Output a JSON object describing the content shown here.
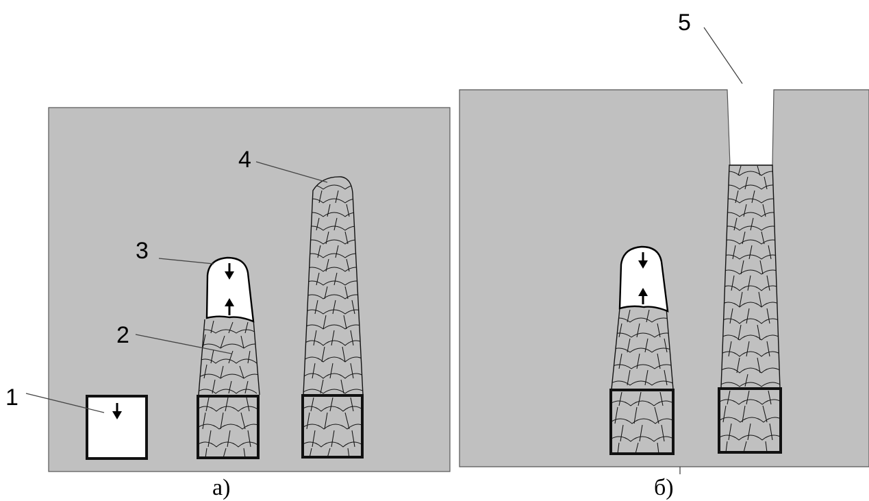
{
  "labels": {
    "one": "1",
    "two": "2",
    "three": "3",
    "four": "4",
    "five": "5"
  },
  "captions": {
    "left": "а)",
    "right": "б)"
  },
  "colors": {
    "panel": "#c0c0c0",
    "outline": "#111111",
    "cavity": "#ffffff"
  }
}
